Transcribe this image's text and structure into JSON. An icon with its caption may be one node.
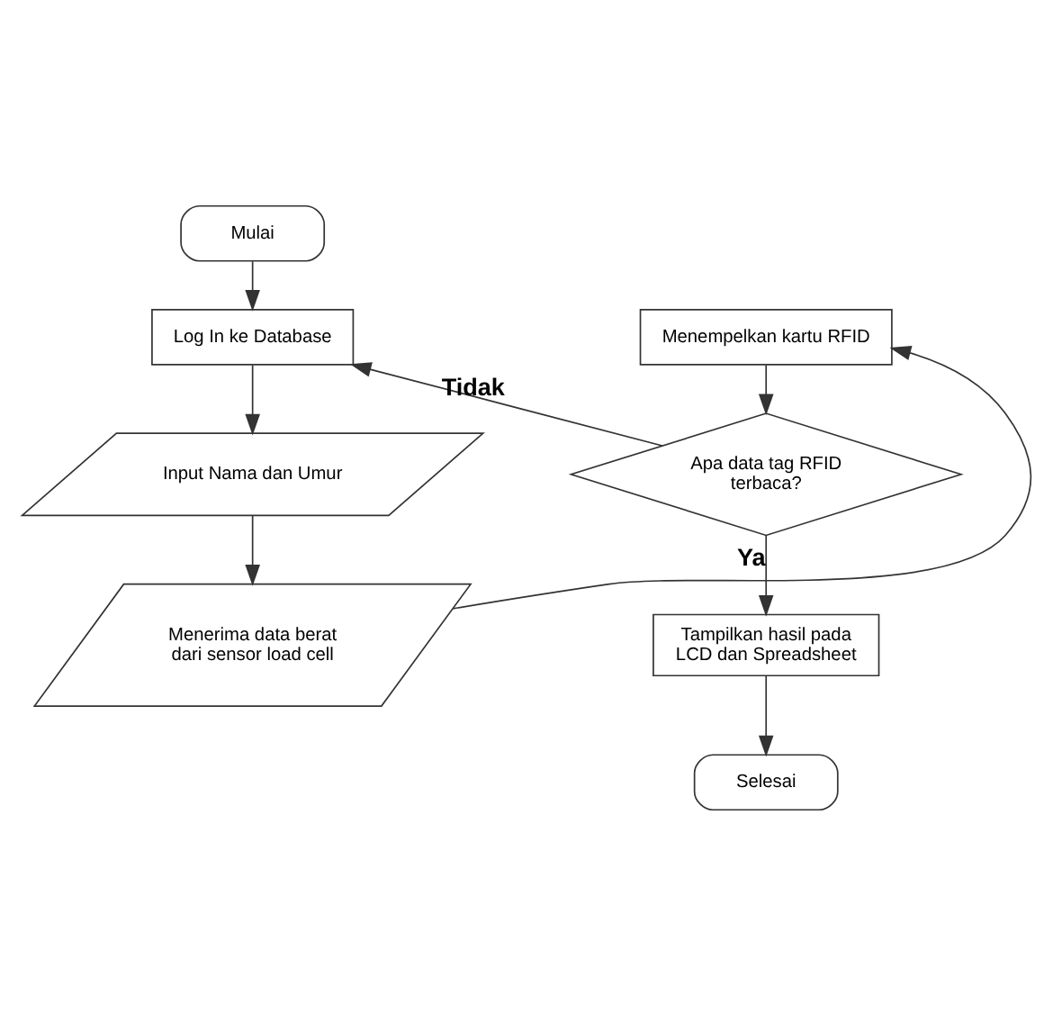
{
  "diagram": {
    "nodes": [
      {
        "text": [
          "Mulai"
        ]
      },
      {
        "text": [
          "Log In ke Database"
        ]
      },
      {
        "text": [
          "Input Nama dan Umur"
        ]
      },
      {
        "text": [
          "Menerima data berat dari sensor load cell"
        ]
      },
      {
        "text": [
          "Menempelkan kartu RFID"
        ]
      },
      {
        "text": [
          "Apa data tag RFID terbaca?"
        ]
      },
      {
        "text": [
          "Tampilkan hasil pada LCD dan Spreadsheet"
        ]
      },
      {
        "text": [
          "Selesai"
        ]
      }
    ],
    "edges": [
      {
        "from": 0,
        "to": 1,
        "arrow": "to"
      },
      {
        "from": 1,
        "to": 2,
        "arrow": "to"
      },
      {
        "from": 2,
        "to": 3,
        "arrow": "to"
      },
      {
        "from": 3,
        "to": 4,
        "arrow": "to"
      },
      {
        "from": 4,
        "to": 5,
        "arrow": "to"
      },
      {
        "from": 5,
        "to": 1,
        "label": "Tidak",
        "arrow": "to"
      },
      {
        "from": 5,
        "to": 6,
        "label": "Ya",
        "arrow": "to"
      },
      {
        "from": 6,
        "to": 7,
        "arrow": "to"
      }
    ]
  }
}
